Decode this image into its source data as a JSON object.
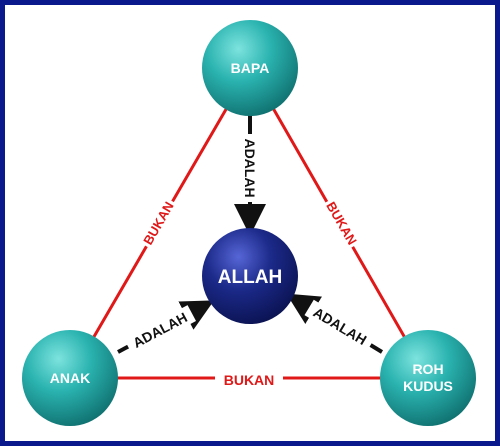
{
  "nodes": {
    "top": {
      "label": "BAPA"
    },
    "left": {
      "label": "ANAK"
    },
    "right": {
      "label_line1": "ROH",
      "label_line2": "KUDUS"
    },
    "center": {
      "label": "ALLAH"
    }
  },
  "edges": {
    "top_left": {
      "label": "BUKAN"
    },
    "top_right": {
      "label": "BUKAN"
    },
    "bottom": {
      "label": "BUKAN"
    }
  },
  "arrows": {
    "top": {
      "label": "ADALAH"
    },
    "left": {
      "label": "ADALAH"
    },
    "right": {
      "label": "ADALAH"
    }
  },
  "colors": {
    "frame": "#0a1a8c",
    "edge": "#e01818",
    "outer_node": "#2ab3b0",
    "center_node": "#1c2a8a",
    "arrow": "#111111"
  }
}
